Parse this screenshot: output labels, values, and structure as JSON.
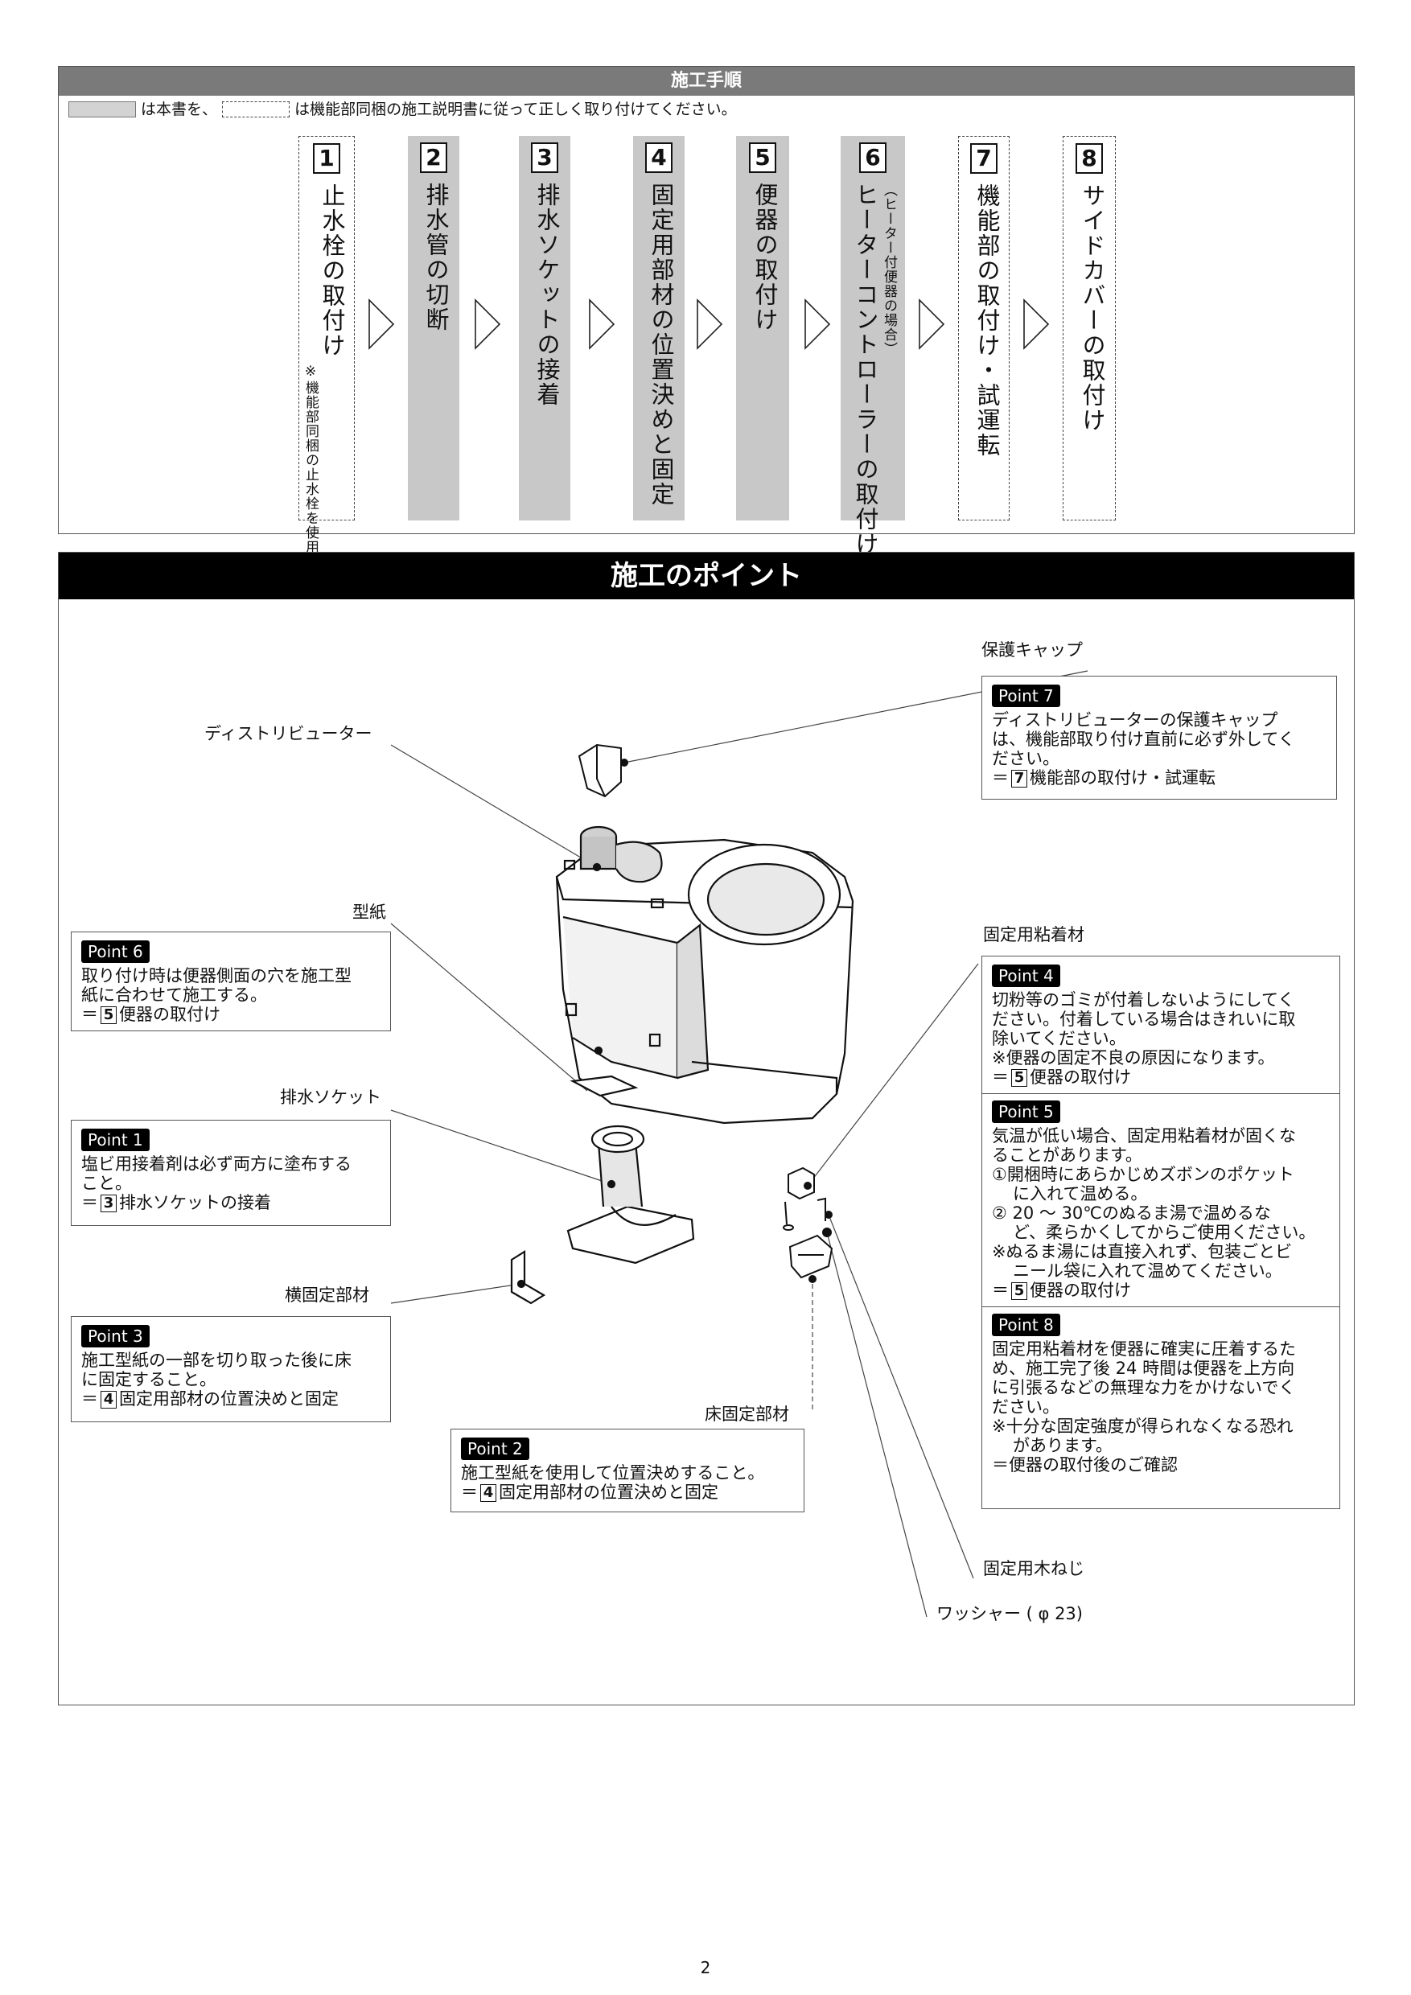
{
  "procedure": {
    "title": "施工手順",
    "legend_a": "は本書を、",
    "legend_b": "は機能部同梱の施工説明書に従って正しく取り付けてください。",
    "steps": [
      {
        "num": "1",
        "text": "止水栓の取付け",
        "note": "※機能部同梱の止水栓を使用",
        "style": "dash"
      },
      {
        "num": "2",
        "text": "排水管の切断",
        "style": "solid"
      },
      {
        "num": "3",
        "text": "排水ソケットの接着",
        "style": "solid"
      },
      {
        "num": "4",
        "text": "固定用部材の位置決めと固定",
        "style": "solid"
      },
      {
        "num": "5",
        "text": "便器の取付け",
        "style": "solid"
      },
      {
        "num": "6",
        "text": "ヒーターコントローラーの取付け",
        "note": "（ヒーター付便器の場合）",
        "style": "solid"
      },
      {
        "num": "7",
        "text": "機能部の取付け・試運転",
        "style": "dash"
      },
      {
        "num": "8",
        "text": "サイドカバーの取付け",
        "style": "dash"
      }
    ]
  },
  "points": {
    "title": "施工のポイント",
    "labels": {
      "cap": "保護キャップ",
      "distributor": "ディストリビューター",
      "template": "型紙",
      "adhesive": "固定用粘着材",
      "socket": "排水ソケット",
      "side_fix": "横固定部材",
      "floor_fix": "床固定部材",
      "screw": "固定用木ねじ",
      "washer": "ワッシャー ( φ 23)"
    },
    "p7": {
      "badge": "Point 7",
      "l1": "ディストリビューターの保護キャップ",
      "l2": "は、機能部取り付け直前に必ず外してく",
      "l3": "ださい。",
      "ref_pre": "＝",
      "ref_num": "7",
      "ref_text": "機能部の取付け・試運転"
    },
    "p6": {
      "badge": "Point 6",
      "l1": "取り付け時は便器側面の穴を施工型",
      "l2": "紙に合わせて施工する。",
      "ref_pre": "＝",
      "ref_num": "5",
      "ref_text": "便器の取付け"
    },
    "p1": {
      "badge": "Point 1",
      "l1": "塩ビ用接着剤は必ず両方に塗布する",
      "l2": "こと。",
      "ref_pre": "＝",
      "ref_num": "3",
      "ref_text": "排水ソケットの接着"
    },
    "p3": {
      "badge": "Point 3",
      "l1": "施工型紙の一部を切り取った後に床",
      "l2": "に固定すること。",
      "ref_pre": "＝",
      "ref_num": "4",
      "ref_text": "固定用部材の位置決めと固定"
    },
    "p2": {
      "badge": "Point 2",
      "l1": "施工型紙を使用して位置決めすること。",
      "ref_pre": "＝",
      "ref_num": "4",
      "ref_text": "固定用部材の位置決めと固定"
    },
    "p4": {
      "badge": "Point 4",
      "l1": "切粉等のゴミが付着しないようにしてく",
      "l2": "ださい。付着している場合はきれいに取",
      "l3": "除いてください。",
      "l4": "※便器の固定不良の原因になります。",
      "ref_pre": "＝",
      "ref_num": "5",
      "ref_text": "便器の取付け"
    },
    "p5": {
      "badge": "Point 5",
      "l1": "気温が低い場合、固定用粘着材が固くな",
      "l2": "ることがあります。",
      "l3": "①開梱時にあらかじめズボンのポケット",
      "l4": "に入れて温める。",
      "l5": "② 20 ～ 30℃のぬるま湯で温めるな",
      "l6": "ど、柔らかくしてからご使用ください。",
      "l7": "※ぬるま湯には直接入れず、包装ごとビ",
      "l8": "ニール袋に入れて温めてください。",
      "ref_pre": "＝",
      "ref_num": "5",
      "ref_text": "便器の取付け"
    },
    "p8": {
      "badge": "Point 8",
      "l1": "固定用粘着材を便器に確実に圧着するた",
      "l2": "め、施工完了後 24 時間は便器を上方向",
      "l3": "に引張るなどの無理な力をかけないでく",
      "l4": "ださい。",
      "l5": "※十分な固定強度が得られなくなる恐れ",
      "l6": "があります。",
      "l7": "＝便器の取付後のご確認"
    }
  },
  "page_number": "2"
}
